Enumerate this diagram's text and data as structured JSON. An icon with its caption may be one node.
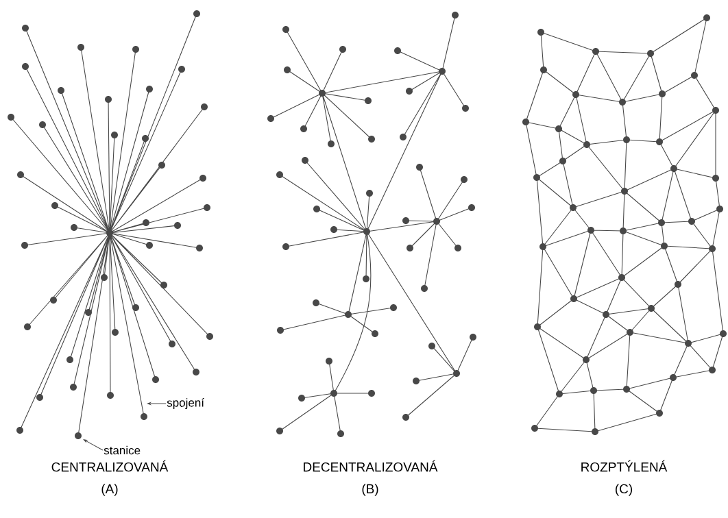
{
  "diagram": {
    "nodes": [
      {
        "text": [
          "spojení"
        ]
      },
      {
        "text": [
          "stanice"
        ]
      }
    ],
    "edges": [
      {
        "from": 0,
        "to": null,
        "arrow": "to"
      },
      {
        "from": 1,
        "to": null,
        "arrow": "to"
      }
    ],
    "labels": [
      "CENTRALIZOVANÁ",
      "(A)",
      "DECENTRALIZOVANÁ",
      "(B)",
      "ROZPTÝLENÁ",
      "(C)"
    ]
  }
}
